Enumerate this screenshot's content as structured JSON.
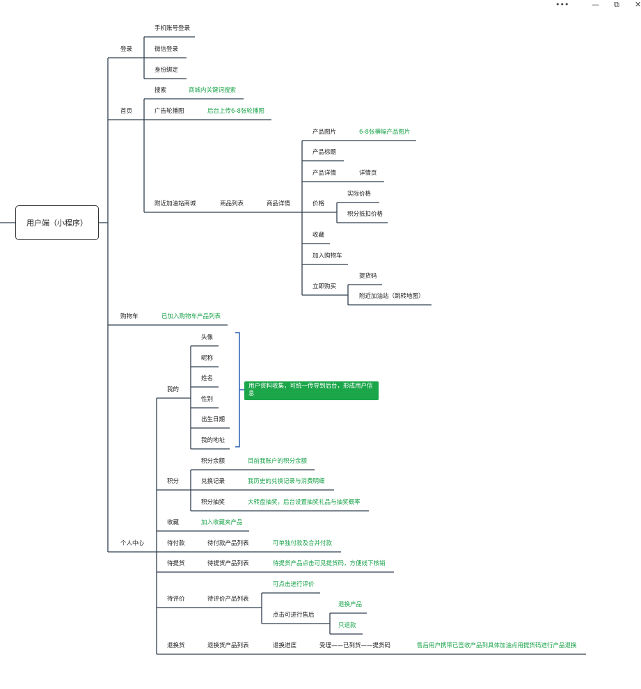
{
  "window_controls": {
    "more": "•••",
    "minimize": "—",
    "restore": "⧉",
    "close": "✕"
  },
  "root": "用户端（小程序）",
  "login": {
    "label": "登录",
    "items": [
      "手机账号登录",
      "微信登录",
      "身份绑定"
    ]
  },
  "home": {
    "label": "首页",
    "search": "搜索",
    "search_note": "商城内关键词搜索",
    "banner": "广告轮播图",
    "banner_note": "后台上传6-8张轮播图",
    "mall": "附近加油站商城",
    "product_list": "商品列表",
    "product_detail": "商品详情",
    "detail": {
      "images": "产品图片",
      "images_note": "6-8张横幅产品图片",
      "title": "产品标题",
      "info": "产品详情",
      "info_page": "详情页",
      "price": "价格",
      "actual_price": "实际价格",
      "points_price": "积分抵扣价格",
      "favorite": "收藏",
      "add_cart": "加入购物车",
      "buy_now": "立即购买",
      "pickup_code": "提货码",
      "nearby_station": "附近加油站（跳转地图）"
    }
  },
  "cart": {
    "label": "购物车",
    "note": "已加入购物车产品列表"
  },
  "center": {
    "label": "个人中心",
    "mine": {
      "label": "我的",
      "items": [
        "头像",
        "昵称",
        "姓名",
        "性别",
        "出生日期",
        "我的地址"
      ],
      "note": "用户资料收集，可统一传导到后台，形成用户信息"
    },
    "points": {
      "label": "积分",
      "balance": "积分余额",
      "balance_note": "目前我账户的积分余额",
      "records": "兑换记录",
      "records_note": "我历史的兑换记录与消费明细",
      "lottery": "积分抽奖",
      "lottery_note": "大转盘抽奖，后台设置抽奖礼品与抽奖概率"
    },
    "favorites": {
      "label": "收藏",
      "note": "加入收藏夹产品"
    },
    "unpaid": {
      "label": "待付款",
      "list": "待付款产品列表",
      "note": "可单独付款及合并付款"
    },
    "pickup": {
      "label": "待提货",
      "list": "待提货产品列表",
      "note": "待提货产品点击可见提货码，方便线下核销"
    },
    "review": {
      "label": "待评价",
      "list": "待评价产品列表",
      "can_review": "可点击进行评价",
      "after_sale": "点击可进行售后",
      "return_goods": "退换产品",
      "refund_only": "只退款"
    },
    "exchange": {
      "label": "退换货",
      "list": "退换货产品列表",
      "progress": "退换进度",
      "flow": "受理——已到货——提货码",
      "note": "售后用户携带已签收产品到具体加油点用提货码进行产品退换"
    }
  }
}
